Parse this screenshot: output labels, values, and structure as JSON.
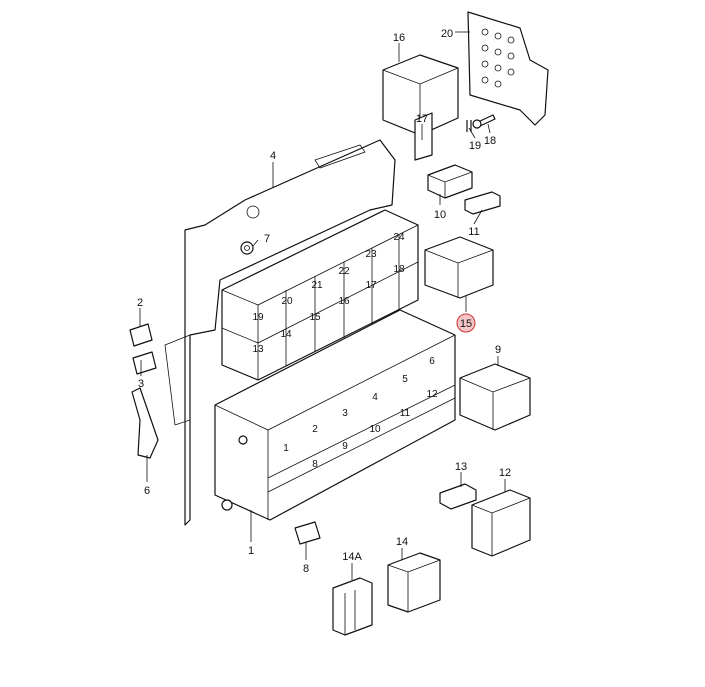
{
  "diagram": {
    "highlight_color": "#f6c6c6",
    "highlight_stroke": "#cc3333",
    "callouts": {
      "c1": "1",
      "c2": "2",
      "c3": "3",
      "c4": "4",
      "c6": "6",
      "c7": "7",
      "c8": "8",
      "c9": "9",
      "c10": "10",
      "c11": "11",
      "c12": "12",
      "c13": "13",
      "c14": "14",
      "c14a": "14A",
      "c15": "15",
      "c16": "16",
      "c17": "17",
      "c18": "18",
      "c19": "19",
      "c20": "20"
    },
    "relay_slots": [
      "24",
      "23",
      "18",
      "22",
      "17",
      "21",
      "16",
      "20",
      "15",
      "19",
      "14",
      "13"
    ],
    "fuse_slots": [
      "6",
      "5",
      "12",
      "4",
      "11",
      "3",
      "10",
      "2",
      "9",
      "1",
      "8"
    ]
  }
}
